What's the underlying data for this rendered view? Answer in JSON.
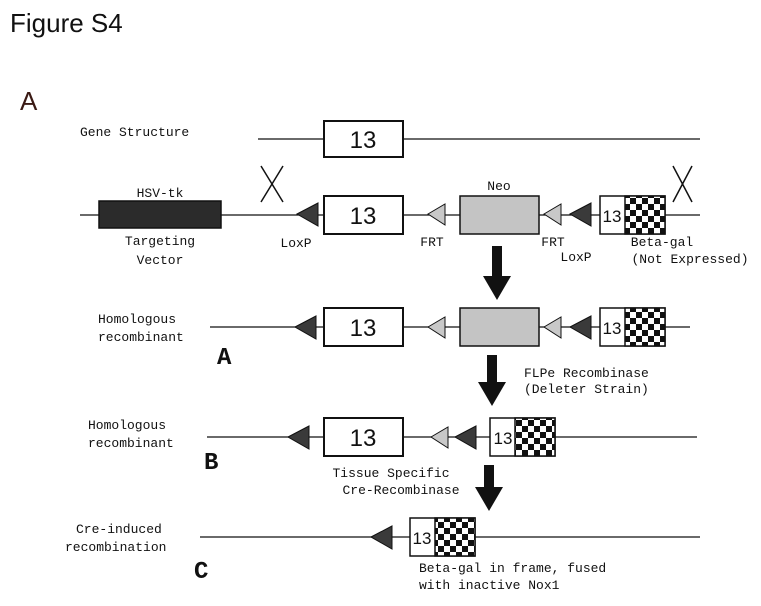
{
  "figure": {
    "title": "Figure S4",
    "panel": "A"
  },
  "labels": {
    "gene_structure": "Gene Structure",
    "exon": "13",
    "hsv_tk": "HSV-tk",
    "targeting_vector_1": "Targeting",
    "targeting_vector_2": "Vector",
    "loxp_left": "LoxP",
    "frt_left": "FRT",
    "neo": "Neo",
    "frt_right": "FRT",
    "loxp_right": "LoxP",
    "beta_gal_1": "Beta-gal",
    "beta_gal_2": "(Not Expressed)",
    "homologous_a_1": "Homologous",
    "homologous_a_2": "recombinant",
    "step_a": "A",
    "flpe_1": "FLPe Recombinase",
    "flpe_2": "(Deleter Strain)",
    "homologous_b_1": "Homologous",
    "homologous_b_2": "recombinant",
    "step_b": "B",
    "tissue_1": "Tissue Specific",
    "tissue_2": "Cre-Recombinase",
    "cre_1": "Cre-induced",
    "cre_2": "recombination",
    "step_c": "C",
    "final_1": "Beta-gal in frame, fused",
    "final_2": "with inactive Nox1"
  }
}
